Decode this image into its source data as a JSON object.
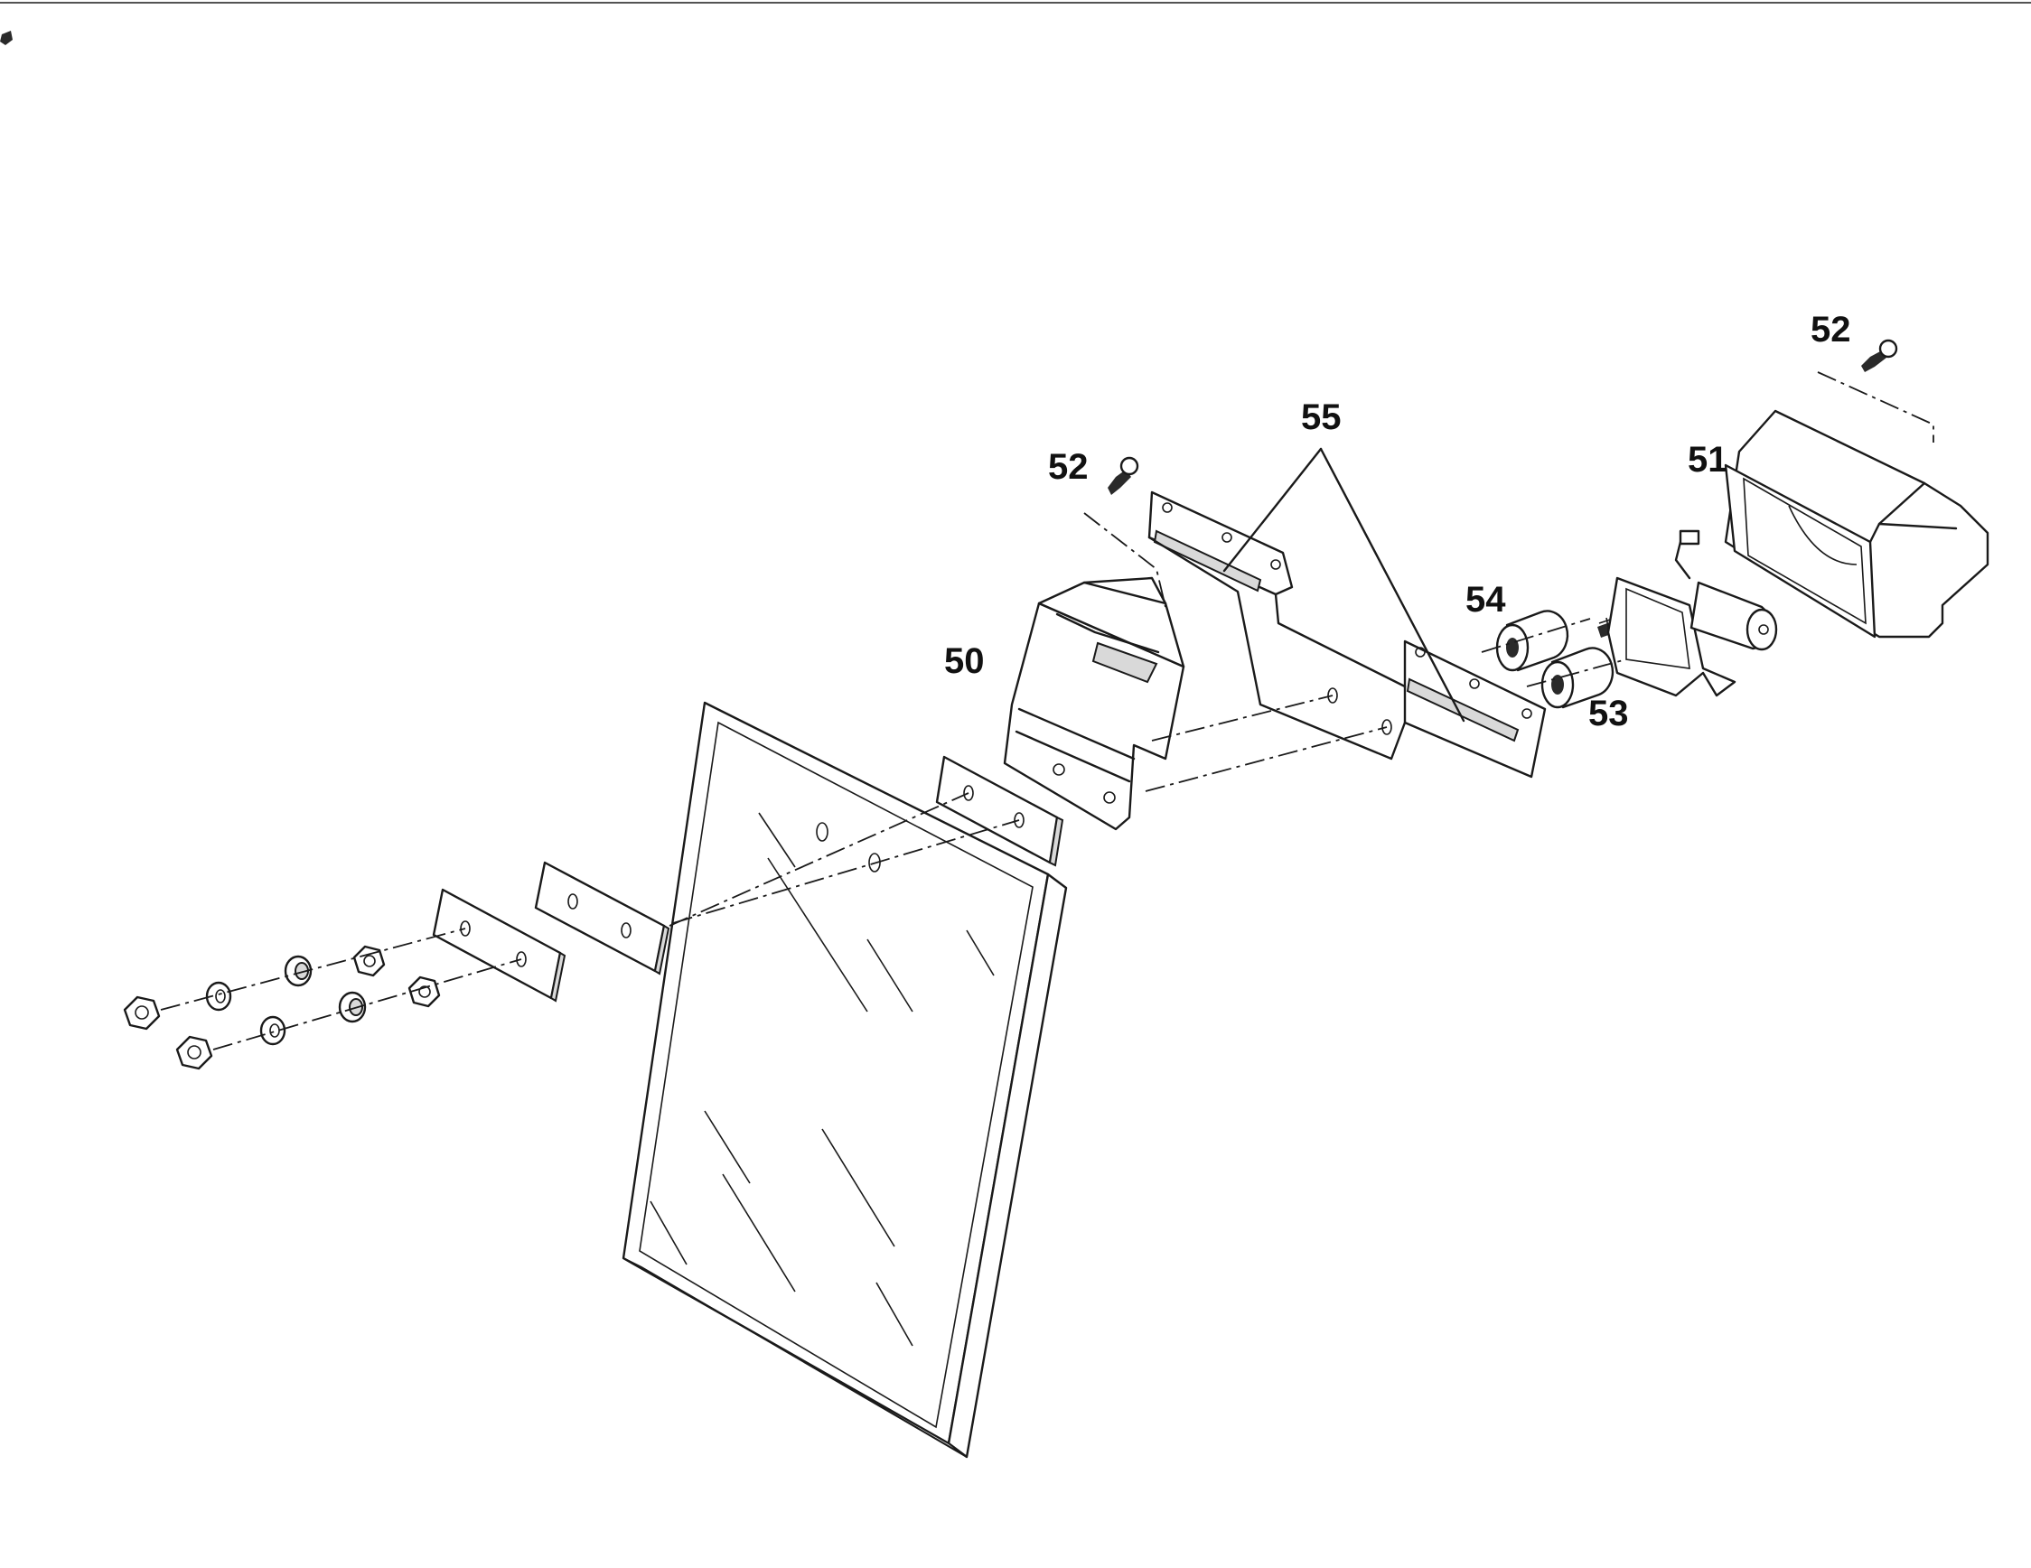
{
  "diagram": {
    "callouts": {
      "mirror_head_bracket": "50",
      "mirror_lamp_housing": "51",
      "screw_left": "52",
      "screw_right": "52",
      "spacer_bolts": "53",
      "spacer_sleeves": "54",
      "mounting_arms": "55"
    },
    "colors": {
      "ink": "#1a1a1a",
      "paper": "#ffffff",
      "shade": "#d9d9d9"
    }
  }
}
